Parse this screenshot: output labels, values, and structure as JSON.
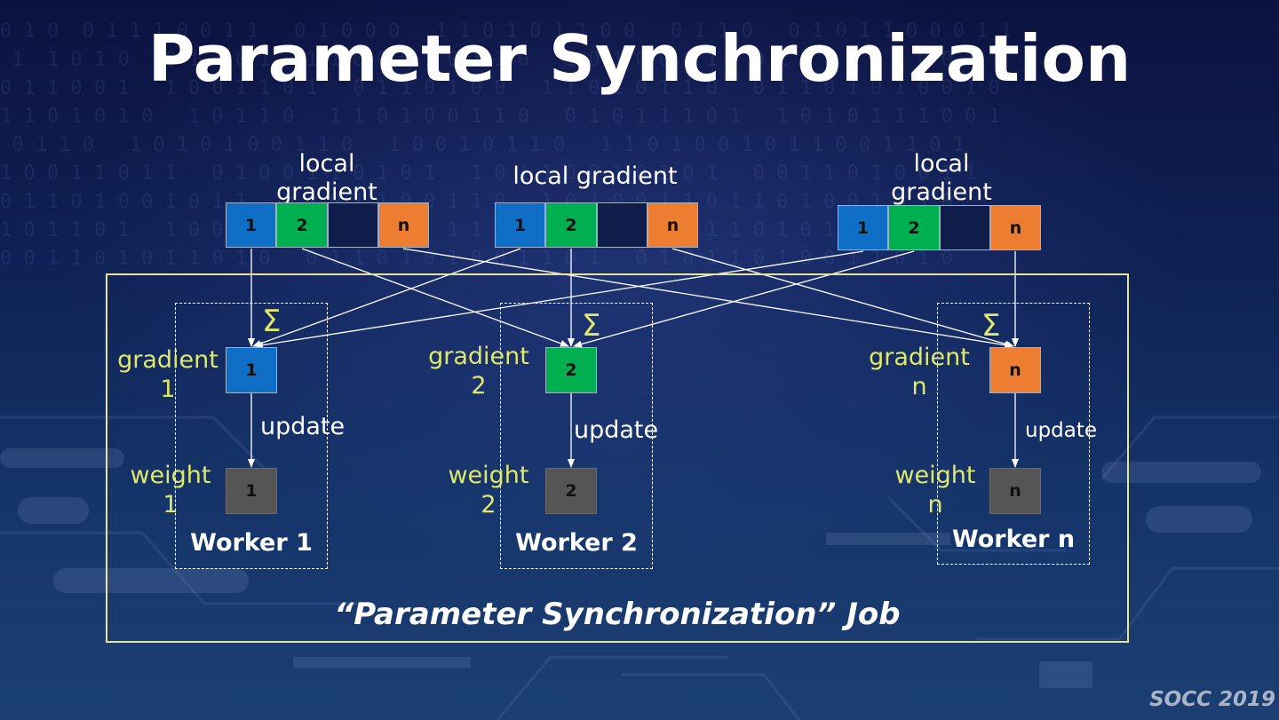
{
  "title": "Parameter Synchronization",
  "local_gradient_label": "local gradient",
  "segments": {
    "s1": "1",
    "s2": "2",
    "sn": "n"
  },
  "sigma": "Σ",
  "update_label": "update",
  "workers": [
    {
      "gradient_label": "gradient",
      "gradient_index": "1",
      "weight_label": "weight",
      "weight_index": "1",
      "cell": "1",
      "name": "Worker 1"
    },
    {
      "gradient_label": "gradient",
      "gradient_index": "2",
      "weight_label": "weight",
      "weight_index": "2",
      "cell": "2",
      "name": "Worker 2"
    },
    {
      "gradient_label": "gradient",
      "gradient_index": "n",
      "weight_label": "weight",
      "weight_index": "n",
      "cell": "n",
      "name": "Worker n"
    }
  ],
  "job_label": "“Parameter Synchronization” Job",
  "footer": "SOCC 2019",
  "colors": {
    "segment_1": "#0f6fc6",
    "segment_2": "#00b050",
    "segment_n": "#ed7d31",
    "weight": "#555555",
    "accent": "#e0e86a",
    "job_frame": "#e6e39a"
  }
}
